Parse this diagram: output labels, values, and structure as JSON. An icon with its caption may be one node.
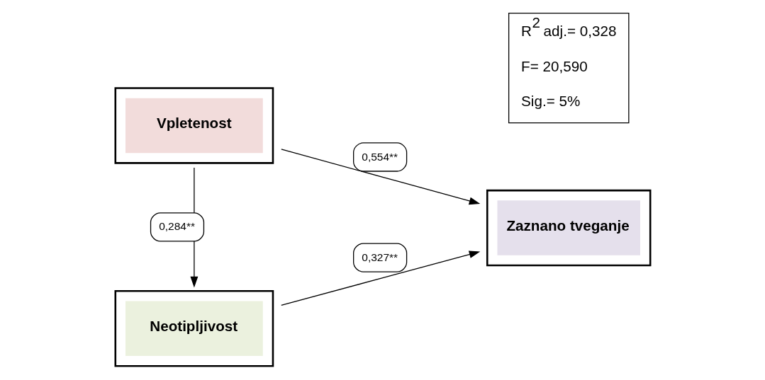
{
  "diagram": {
    "nodes": [
      {
        "text": [
          "Vpletenost"
        ]
      },
      {
        "text": [
          "Neotipljivost"
        ]
      },
      {
        "text": [
          "Zaznano tveganje"
        ]
      },
      {
        "text": [
          "R$^{2}$ adj.= 0,328",
          "F= 20,590",
          "Sig.= 5%"
        ]
      }
    ],
    "edges": [
      {
        "from": 0,
        "to": 2,
        "arrow": "to",
        "label": "0,554**"
      },
      {
        "from": 0,
        "to": 1,
        "arrow": "to",
        "label": "0,284**"
      },
      {
        "from": 1,
        "to": 2,
        "arrow": "to",
        "label": "0,327**"
      }
    ]
  }
}
